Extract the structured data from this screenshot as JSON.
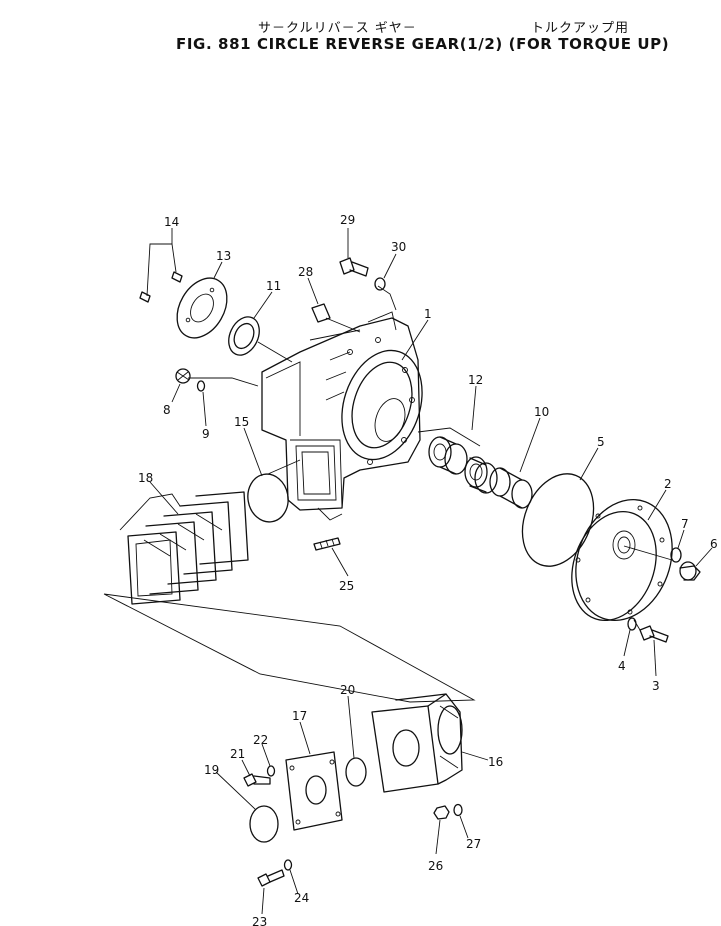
{
  "header": {
    "japanese_title_left": "サ－クルリバ－ス ギヤ－",
    "japanese_title_right": "トルクアップ用",
    "title": "FIG. 881 CIRCLE REVERSE GEAR(1/2) (FOR TORQUE UP)"
  },
  "callouts": [
    {
      "id": "c1",
      "label": "1"
    },
    {
      "id": "c2",
      "label": "2"
    },
    {
      "id": "c3",
      "label": "3"
    },
    {
      "id": "c4",
      "label": "4"
    },
    {
      "id": "c5",
      "label": "5"
    },
    {
      "id": "c6",
      "label": "6"
    },
    {
      "id": "c7",
      "label": "7"
    },
    {
      "id": "c8",
      "label": "8"
    },
    {
      "id": "c9",
      "label": "9"
    },
    {
      "id": "c10",
      "label": "10"
    },
    {
      "id": "c11",
      "label": "11"
    },
    {
      "id": "c12",
      "label": "12"
    },
    {
      "id": "c13",
      "label": "13"
    },
    {
      "id": "c14",
      "label": "14"
    },
    {
      "id": "c15",
      "label": "15"
    },
    {
      "id": "c16",
      "label": "16"
    },
    {
      "id": "c17",
      "label": "17"
    },
    {
      "id": "c18",
      "label": "18"
    },
    {
      "id": "c19",
      "label": "19"
    },
    {
      "id": "c20",
      "label": "20"
    },
    {
      "id": "c21",
      "label": "21"
    },
    {
      "id": "c22",
      "label": "22"
    },
    {
      "id": "c23",
      "label": "23"
    },
    {
      "id": "c24",
      "label": "24"
    },
    {
      "id": "c25",
      "label": "25"
    },
    {
      "id": "c26",
      "label": "26"
    },
    {
      "id": "c27",
      "label": "27"
    },
    {
      "id": "c28",
      "label": "28"
    },
    {
      "id": "c29",
      "label": "29"
    },
    {
      "id": "c30",
      "label": "30"
    }
  ]
}
